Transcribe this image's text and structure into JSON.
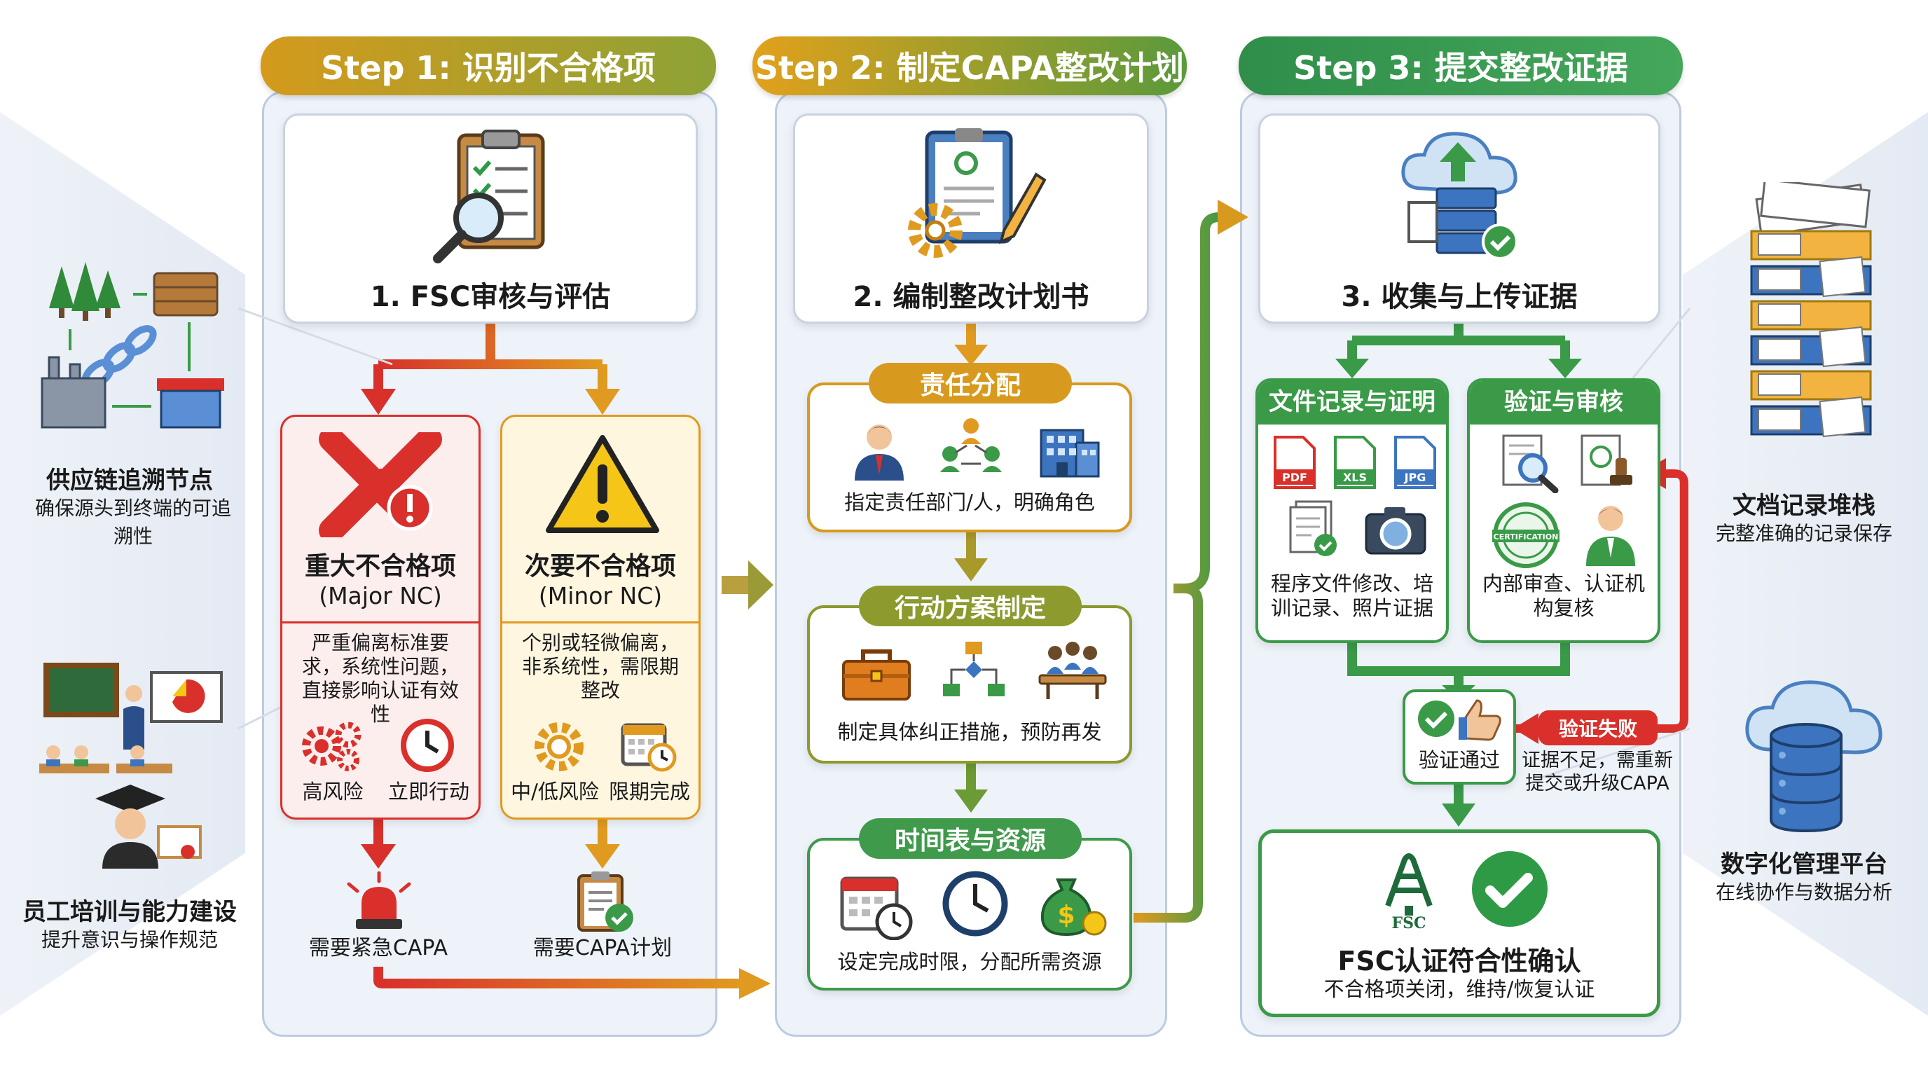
{
  "steps": [
    {
      "title": "Step 1: 识别不合格项",
      "color_from": "#d4a11e",
      "color_to": "#7a9a3a"
    },
    {
      "title": "Step 2: 制定CAPA整改计划",
      "color_from": "#e0a21c",
      "color_to": "#5f9a3d"
    },
    {
      "title": "Step 3: 提交整改证据",
      "color_from": "#2f8e4a",
      "color_to": "#3fa358"
    }
  ],
  "step1": {
    "card_title": "1. FSC审核与评估",
    "major": {
      "title": "重大不合格项",
      "subtitle": "(Major NC)",
      "desc": "严重偏离标准要求，系统性问题，直接影响认证有效性",
      "icon1_label": "高风险",
      "icon2_label": "立即行动",
      "outcome": "需要紧急CAPA"
    },
    "minor": {
      "title": "次要不合格项",
      "subtitle": "(Minor NC)",
      "desc": "个别或轻微偏离，非系统性，需限期整改",
      "icon1_label": "中/低风险",
      "icon2_label": "限期完成",
      "outcome": "需要CAPA计划"
    }
  },
  "step2": {
    "card_title": "2. 编制整改计划书",
    "sections": [
      {
        "tag": "责任分配",
        "desc": "指定责任部门/人，明确角色",
        "border": "#d89a1e",
        "tagcolor": "#d89a1e"
      },
      {
        "tag": "行动方案制定",
        "desc": "制定具体纠正措施，预防再发",
        "border": "#8c9a2e",
        "tagcolor": "#7b9a30"
      },
      {
        "tag": "时间表与资源",
        "desc": "设定完成时限，分配所需资源",
        "border": "#3f9a4c",
        "tagcolor": "#3f9a4c"
      }
    ]
  },
  "step3": {
    "card_title": "3. 收集与上传证据",
    "docs": {
      "title": "文件记录与证明",
      "desc": "程序文件修改、培训记录、照片证据",
      "file_labels": [
        "PDF",
        "XLS",
        "JPG"
      ]
    },
    "verify": {
      "title": "验证与审核",
      "desc": "内部审查、认证机构复核",
      "cert_label": "CERTIFICATION"
    },
    "pass_label": "验证通过",
    "fail_tag": "验证失败",
    "fail_desc": "证据不足，需重新提交或升级CAPA",
    "final_title": "FSC认证符合性确认",
    "final_desc": "不合格项关闭，维持/恢复认证",
    "fsc_logo_text": "FSC"
  },
  "left_side": [
    {
      "title": "供应链追溯节点",
      "desc": "确保源头到终端的可追溯性"
    },
    {
      "title": "员工培训与能力建设",
      "desc": "提升意识与操作规范"
    }
  ],
  "right_side": [
    {
      "title": "文档记录堆栈",
      "desc": "完整准确的记录保存"
    },
    {
      "title": "数字化管理平台",
      "desc": "在线协作与数据分析"
    }
  ],
  "colors": {
    "red": "#d9302b",
    "orange": "#e09a1f",
    "green": "#3a9a48",
    "olive": "#8c9a2e",
    "blue": "#3c74c0"
  }
}
